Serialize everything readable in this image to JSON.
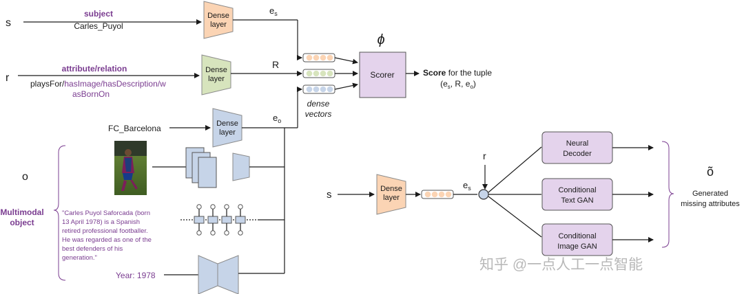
{
  "input_s": "s",
  "subject_header": "subject",
  "subject_value": "Carles_Puyol",
  "dense_layer": [
    "Dense",
    "layer"
  ],
  "e_s_main": "e",
  "e_s_sub": "s",
  "input_r": "r",
  "attr_header": "attribute/relation",
  "attr_line1": [
    "playsFor/",
    "hasImage/hasDescription/w"
  ],
  "attr_line2": "asBornOn",
  "R_label": "R",
  "phi": "ϕ",
  "scorer": "Scorer",
  "score_bold": "Score",
  "score_rest": " for the tuple",
  "score_tuple": [
    "(e",
    "s",
    ", R, e",
    "o",
    ")"
  ],
  "dense_vectors": [
    "dense",
    "vectors"
  ],
  "fc_barcelona": "FC_Barcelona",
  "e_o_main": "e",
  "e_o_sub": "o",
  "input_o": "o",
  "multimodal": [
    "Multimodal",
    "object"
  ],
  "quote_lines": [
    "\"Carles Puyol Saforcada (born",
    "13 April 1978) is a Spanish",
    "retired professional footballer.",
    "He was regarded as one of the",
    "best defenders of his",
    "generation.\""
  ],
  "year": "Year: 1978",
  "s_lower": "s",
  "e_s2_main": "e",
  "e_s2_sub": "s",
  "r_lower": "r",
  "neural_decoder": [
    "Neural",
    "Decoder"
  ],
  "cond_text_gan": [
    "Conditional",
    "Text GAN"
  ],
  "cond_image_gan": [
    "Conditional",
    "Image GAN"
  ],
  "o_tilde": "õ",
  "generated": [
    "Generated",
    "missing attributes"
  ],
  "watermark": "知乎 @一点人工一点智能",
  "colors": {
    "purple_text": "#7a3c90",
    "dense_orange": "#fbd4b4",
    "dense_green": "#d7e4bd",
    "dense_blue": "#c6d4e8",
    "box_purple": "#e4d3ec"
  }
}
